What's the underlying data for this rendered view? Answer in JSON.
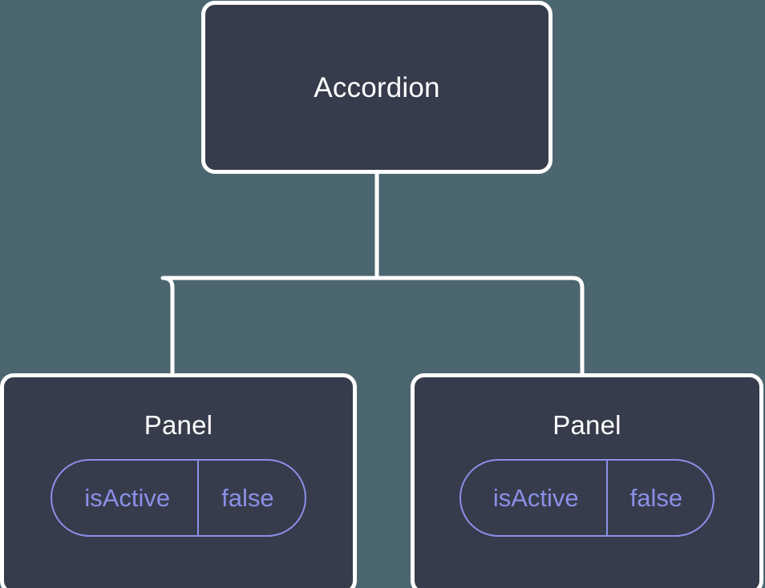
{
  "diagram": {
    "background_color": "#4c6670",
    "node_fill_color": "#363c4b",
    "node_border_color": "#ffffff",
    "edge_color": "#ffffff",
    "badge_color": "#8b8fe8",
    "title_color": "#ffffff"
  },
  "root": {
    "label": "Accordion"
  },
  "children": [
    {
      "label": "Panel",
      "prop": {
        "key": "isActive",
        "value": "false"
      }
    },
    {
      "label": "Panel",
      "prop": {
        "key": "isActive",
        "value": "false"
      }
    }
  ]
}
